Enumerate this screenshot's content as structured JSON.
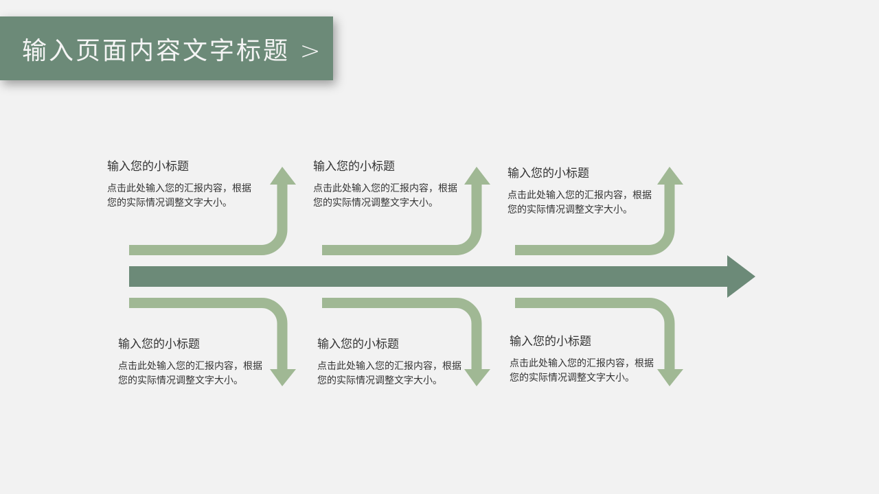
{
  "header": {
    "title": "输入页面内容文字标题 >"
  },
  "colors": {
    "banner": "#6c8a78",
    "main_arrow": "#6c8a78",
    "branch": "#a0b894"
  },
  "items": [
    {
      "title": "输入您的小标题",
      "body": "点击此处输入您的汇报内容，根据您的实际情况调整文字大小。"
    },
    {
      "title": "输入您的小标题",
      "body": "点击此处输入您的汇报内容，根据您的实际情况调整文字大小。"
    },
    {
      "title": "输入您的小标题",
      "body": "点击此处输入您的汇报内容，根据您的实际情况调整文字大小。"
    },
    {
      "title": "输入您的小标题",
      "body": "点击此处输入您的汇报内容，根据您的实际情况调整文字大小。"
    },
    {
      "title": "输入您的小标题",
      "body": "点击此处输入您的汇报内容，根据您的实际情况调整文字大小。"
    },
    {
      "title": "输入您的小标题",
      "body": "点击此处输入您的汇报内容，根据您的实际情况调整文字大小。"
    }
  ]
}
